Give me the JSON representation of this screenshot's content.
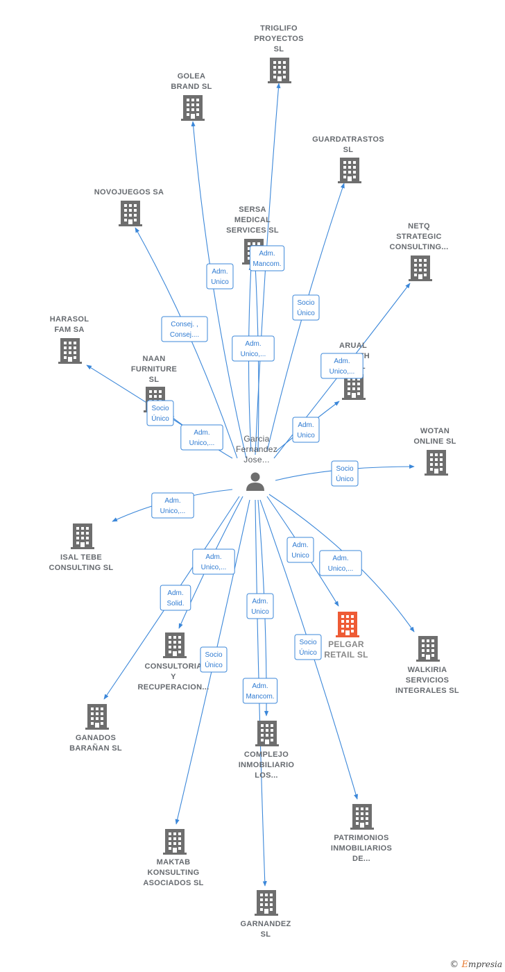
{
  "colors": {
    "edge": "#3b87d9",
    "building": "#6e6e6e",
    "highlight": "#ee5b35",
    "person": "#6e6e6e"
  },
  "center": {
    "id": "person",
    "lines": [
      "Garcia",
      "Fernandez",
      "Jose..."
    ],
    "icon": "person-icon"
  },
  "nodes": [
    {
      "id": "triglifo",
      "lines": [
        "TRIGLIFO",
        "PROYECTOS",
        "SL"
      ]
    },
    {
      "id": "golea",
      "lines": [
        "GOLEA",
        "BRAND  SL"
      ]
    },
    {
      "id": "guardatrastos",
      "lines": [
        "GUARDATRASTOS",
        "SL"
      ]
    },
    {
      "id": "novojuegos",
      "lines": [
        "NOVOJUEGOS SA"
      ]
    },
    {
      "id": "sersa",
      "lines": [
        "SERSA",
        "MEDICAL",
        "SERVICES SL"
      ]
    },
    {
      "id": "netq",
      "lines": [
        "NETQ",
        "STRATEGIC",
        "CONSULTING..."
      ]
    },
    {
      "id": "harasol",
      "lines": [
        "HARASOL",
        "FAM SA"
      ]
    },
    {
      "id": "arual",
      "lines": [
        "ARUAL",
        "WEALTH",
        "...S  SL"
      ]
    },
    {
      "id": "naan",
      "lines": [
        "NAAN",
        "FURNITURE",
        "SL"
      ]
    },
    {
      "id": "wotan",
      "lines": [
        "WOTAN",
        "ONLINE  SL"
      ]
    },
    {
      "id": "isal",
      "lines": [
        "ISAL TEBE",
        "CONSULTING SL"
      ]
    },
    {
      "id": "pelgar",
      "lines": [
        "PELGAR",
        "RETAIL  SL"
      ],
      "highlight": true
    },
    {
      "id": "walkiria",
      "lines": [
        "WALKIRIA",
        "SERVICIOS",
        "INTEGRALES SL"
      ]
    },
    {
      "id": "consultoria",
      "lines": [
        "CONSULTORIA",
        "Y",
        "RECUPERACION..."
      ]
    },
    {
      "id": "ganados",
      "lines": [
        "GANADOS",
        "BARAÑAN  SL"
      ]
    },
    {
      "id": "complejo",
      "lines": [
        "COMPLEJO",
        "INMOBILIARIO",
        "LOS..."
      ]
    },
    {
      "id": "patrimonios",
      "lines": [
        "PATRIMONIOS",
        "INMOBILIARIOS",
        "DE..."
      ]
    },
    {
      "id": "maktab",
      "lines": [
        "MAKTAB",
        "KONSULTING",
        "ASOCIADOS SL"
      ]
    },
    {
      "id": "garnandez",
      "lines": [
        "GARNANDEZ",
        "SL"
      ]
    }
  ],
  "edges": [
    {
      "target": "triglifo",
      "label": []
    },
    {
      "target": "golea",
      "label": [
        "Adm.",
        "Unico"
      ]
    },
    {
      "target": "guardatrastos",
      "label": [
        "Socio",
        "Único"
      ]
    },
    {
      "target": "novojuegos",
      "label": [
        "Consej. ,",
        "Consej...."
      ]
    },
    {
      "target": "sersa",
      "label": [
        "Adm.",
        "Mancom."
      ]
    },
    {
      "target": "sersa",
      "label": [
        "Adm.",
        "Unico,..."
      ]
    },
    {
      "target": "netq",
      "label": [
        "Adm.",
        "Unico,..."
      ]
    },
    {
      "target": "harasol",
      "label": [
        "Socio",
        "Único"
      ]
    },
    {
      "target": "arual",
      "label": [
        "Adm.",
        "Unico"
      ]
    },
    {
      "target": "naan",
      "label": [
        "Adm.",
        "Unico,..."
      ]
    },
    {
      "target": "wotan",
      "label": [
        "Socio",
        "Único"
      ]
    },
    {
      "target": "isal",
      "label": [
        "Adm.",
        "Unico,..."
      ]
    },
    {
      "target": "pelgar",
      "label": [
        "Adm.",
        "Unico"
      ]
    },
    {
      "target": "walkiria",
      "label": [
        "Adm.",
        "Unico,..."
      ]
    },
    {
      "target": "consultoria",
      "label": [
        "Adm.",
        "Unico,..."
      ]
    },
    {
      "target": "ganados",
      "label": [
        "Adm.",
        "Solid."
      ]
    },
    {
      "target": "complejo",
      "label": [
        "Adm.",
        "Unico"
      ]
    },
    {
      "target": "patrimonios",
      "label": [
        "Socio",
        "Único"
      ]
    },
    {
      "target": "maktab",
      "label": [
        "Socio",
        "Único"
      ]
    },
    {
      "target": "garnandez",
      "label": [
        "Adm.",
        "Mancom."
      ]
    }
  ],
  "footer": {
    "copyright": "©",
    "brand_initial": "E",
    "brand_rest": "mpresia"
  }
}
